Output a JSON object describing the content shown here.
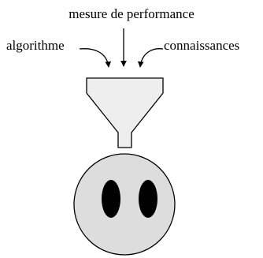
{
  "labels": {
    "top": "mesure de performance",
    "left": "algorithme",
    "right": "connaissances"
  },
  "colors": {
    "stroke": "#000000",
    "funnel_fill": "#eeeeee",
    "head_fill": "#dddddd",
    "eye_fill": "#000000"
  }
}
